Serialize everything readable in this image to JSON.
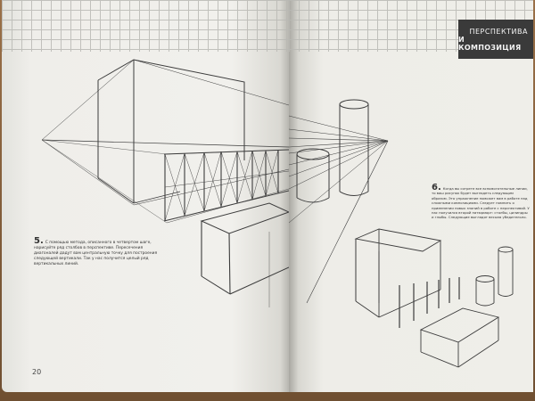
{
  "left_page": {
    "step_number": "5.",
    "step_text": "С помощью метода, описанного в четвертом шаге, нарисуйте ряд столбов в перспективе. Пересечения диагоналей дадут вам центральную точку для построения следующей вертикали. Так у нас получится целый ряд вертикальных линий.",
    "page_number": "20"
  },
  "right_page": {
    "section_title_line1": "ПЕРСПЕКТИВА",
    "section_title_line2": "И КОМПОЗИЦИЯ",
    "step_number": "6.",
    "step_text": "Когда вы сотрете все вспомогательные линии, то ваш рисунок будет выглядеть следующим образом. Это упражнение поможет вам в работе над сложными композициями. Следует помнить о применении новых знаний в работе с перспективой. У нас получился второй натюрморт: столбы, цилиндры и глыбы. Следующие выглядят весьма убедительно."
  },
  "colors": {
    "page": "#efeee9",
    "tab": "#3a3a3a",
    "ink": "#3c3c3c",
    "table": "#8a6440"
  }
}
